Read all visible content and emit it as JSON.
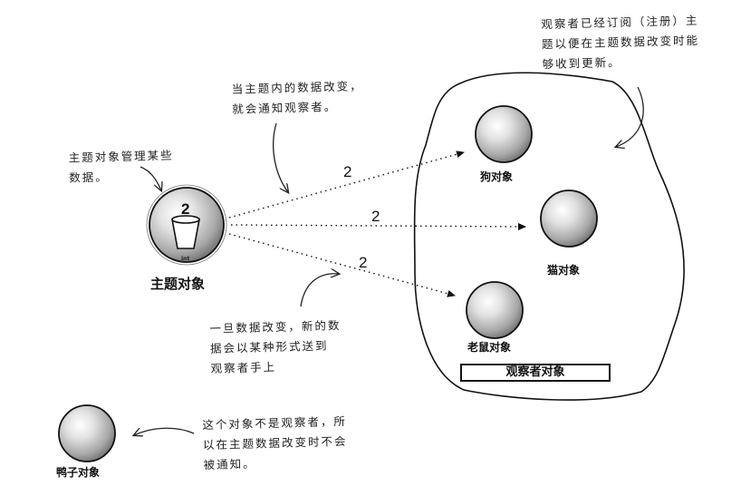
{
  "notes": {
    "subject_manages": "主题对象管理某些\n数据。",
    "data_change_notify": "当主题内的数据改变，\n就会通知观察者。",
    "observers_registered": "观察者已经订阅（注册）主\n题以便在主题数据改变时能\n够收到更新。",
    "new_data_sent": "一旦数据改变，新的数\n据会以某种形式送到\n观察者手上",
    "not_observer": "这个对象不是观察者，所\n以在主题数据改变时不会\n被通知。"
  },
  "objects": {
    "subject": {
      "label": "主题对象",
      "value": "2",
      "cup_text": "int"
    },
    "dog": {
      "label": "狗对象"
    },
    "cat": {
      "label": "猫对象"
    },
    "mouse": {
      "label": "老鼠对象"
    },
    "duck": {
      "label": "鸭子对象"
    }
  },
  "arrows": [
    {
      "target": "dog",
      "value": "2"
    },
    {
      "target": "cat",
      "value": "2"
    },
    {
      "target": "mouse",
      "value": "2"
    }
  ],
  "observer_group_label": "观察者对象"
}
